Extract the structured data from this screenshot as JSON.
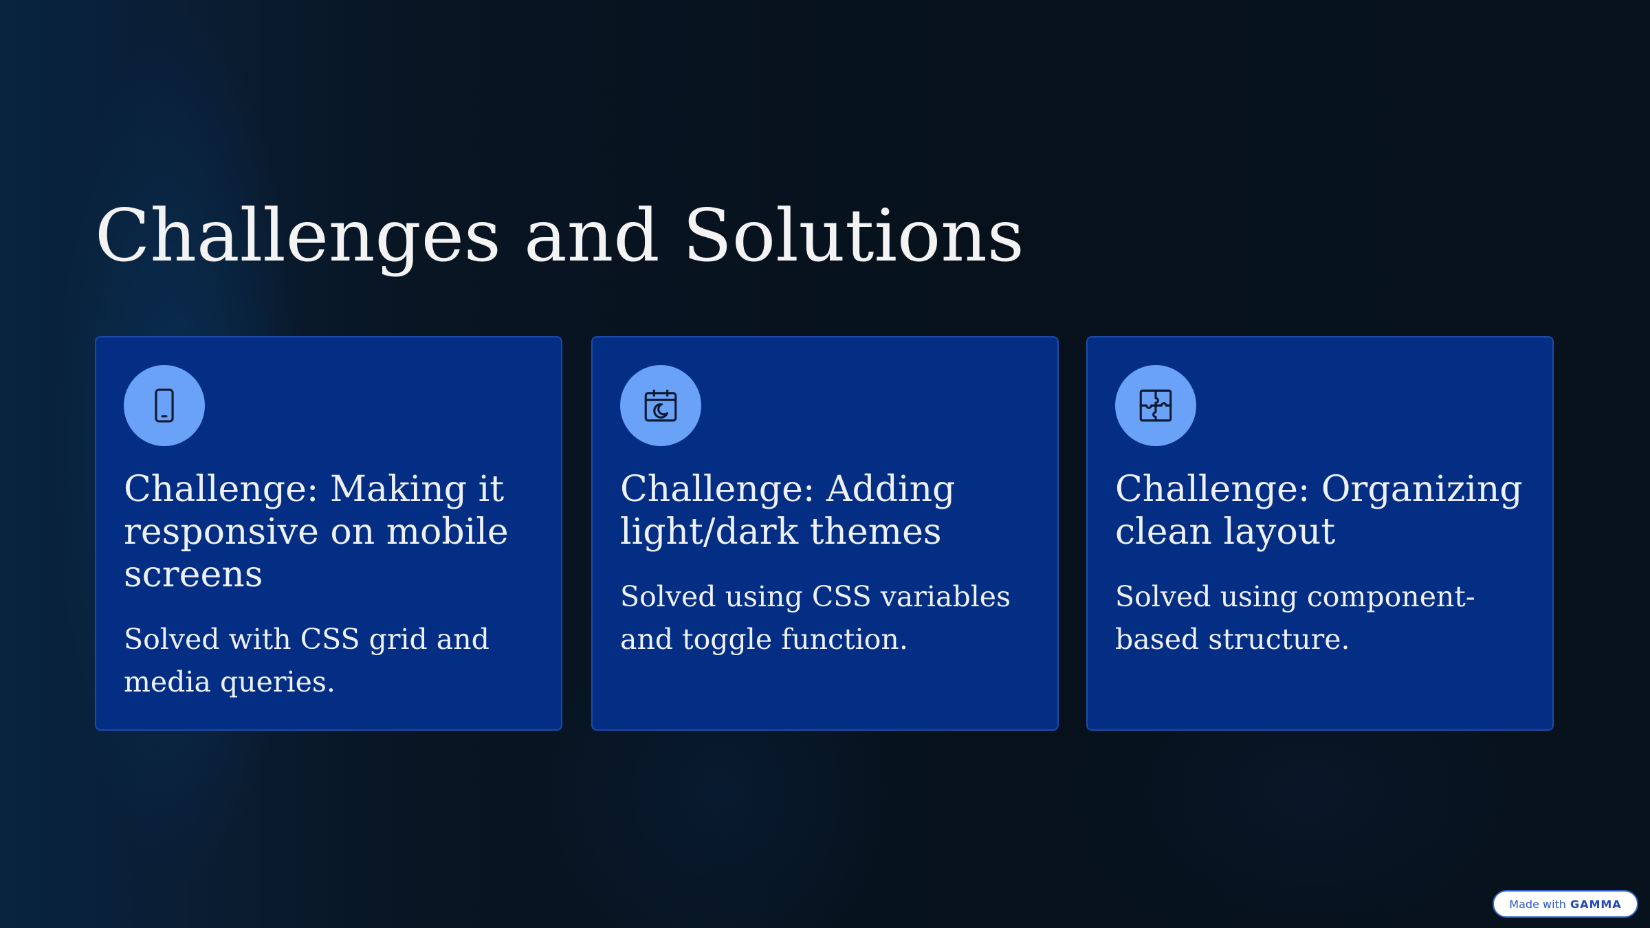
{
  "slide": {
    "title": "Challenges and Solutions"
  },
  "cards": [
    {
      "icon": "smartphone-icon",
      "title": "Challenge: Making it responsive on mobile screens",
      "text": "Solved with CSS grid and media queries."
    },
    {
      "icon": "calendar-moon-icon",
      "title": "Challenge: Adding light/dark themes",
      "text": "Solved using CSS variables and toggle function."
    },
    {
      "icon": "puzzle-icon",
      "title": "Challenge: Organizing clean layout",
      "text": "Solved using component-based structure."
    }
  ],
  "badge": {
    "prefix": "Made with",
    "brand": "GAMMA"
  },
  "colors": {
    "background": "#07131f",
    "card": "#042e84",
    "icon_circle": "#6aa2f7",
    "text": "#eef1f7"
  }
}
